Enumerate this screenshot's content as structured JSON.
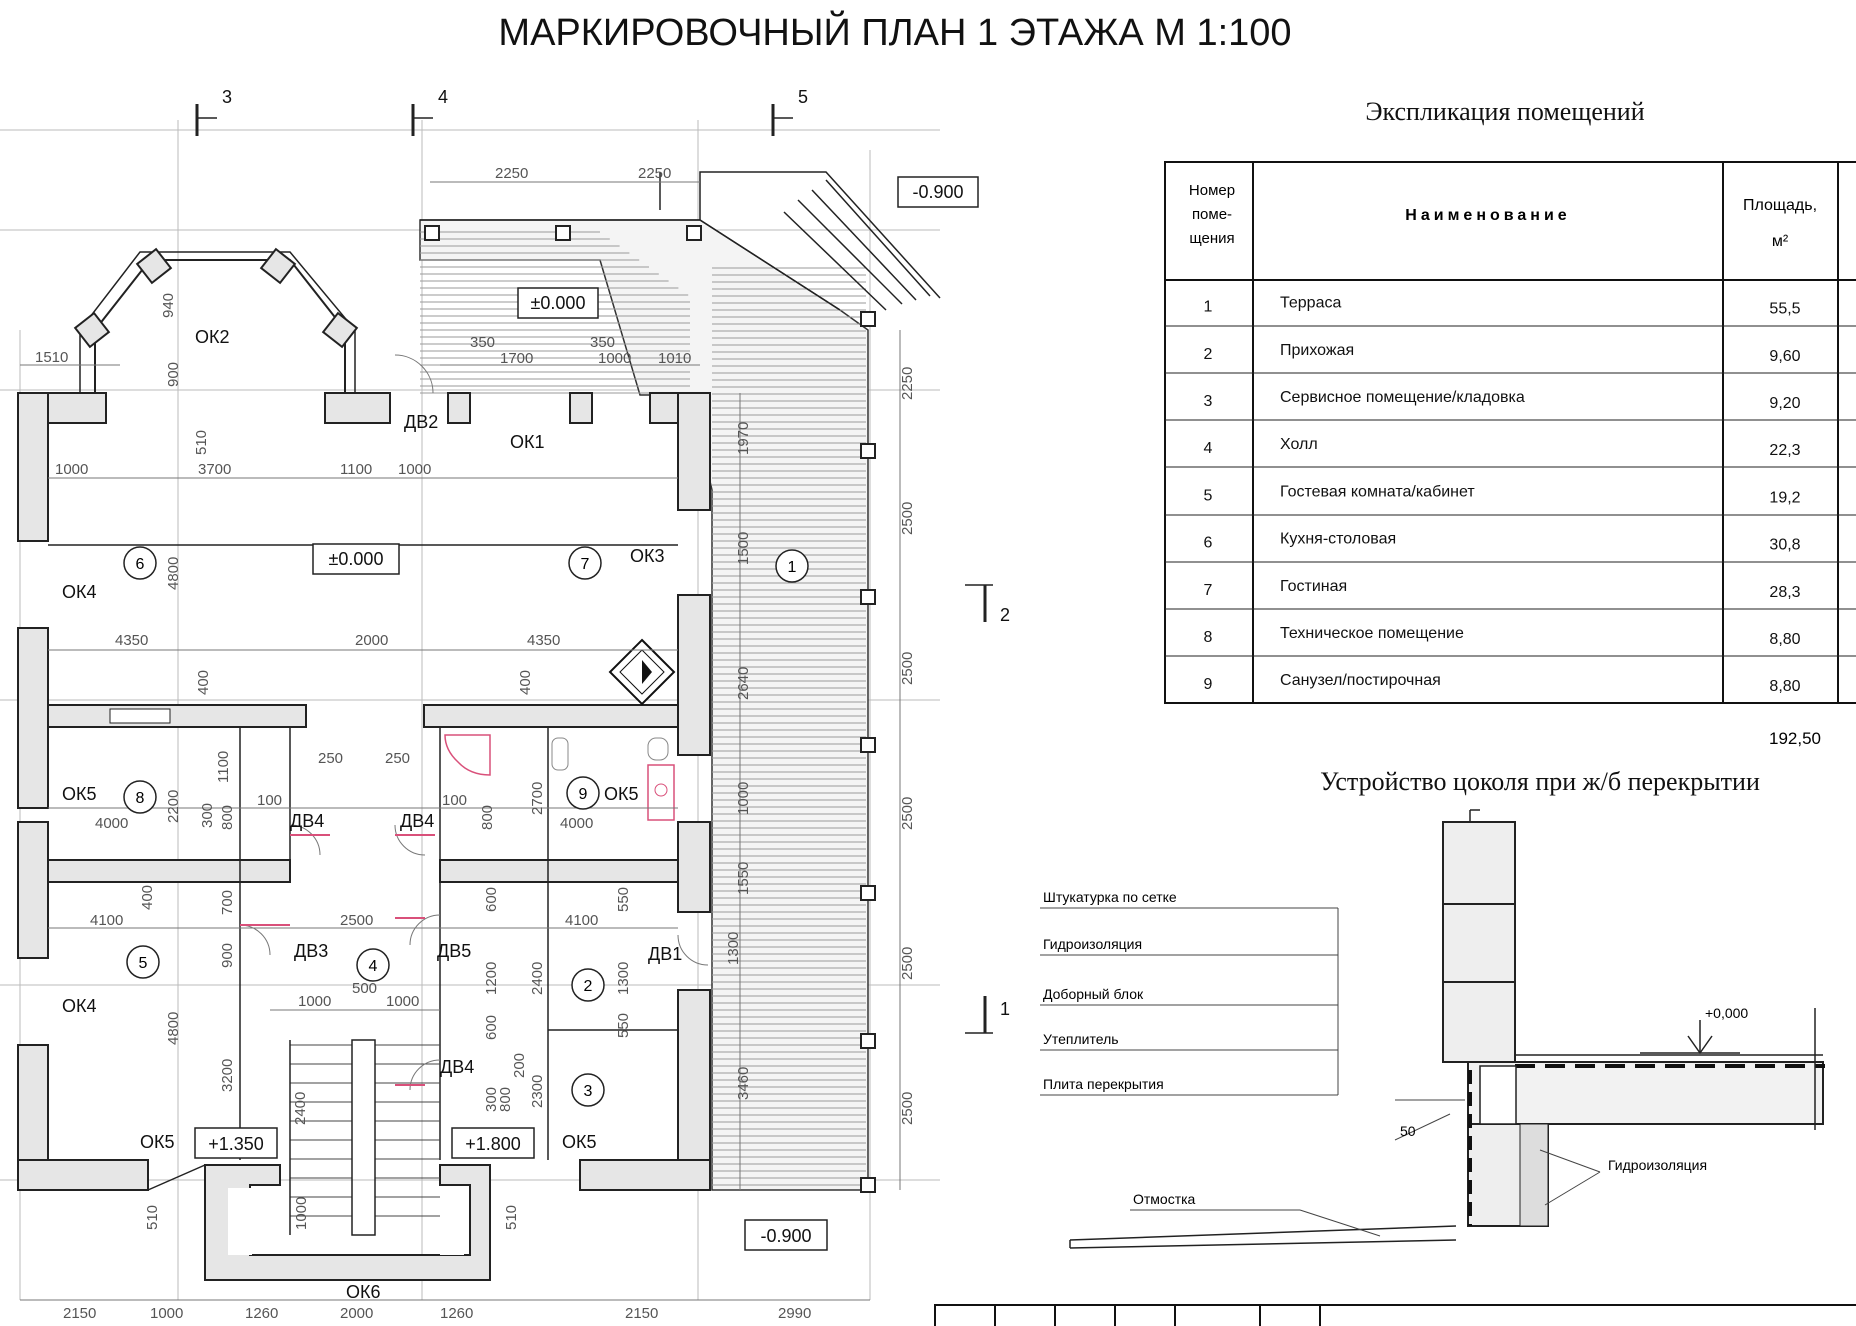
{
  "title": "МАРКИРОВОЧНЫЙ ПЛАН 1 ЭТАЖА   М 1:100",
  "plan": {
    "axes": [
      "3",
      "4",
      "5",
      "2",
      "1"
    ],
    "levels": {
      "terrace": "-0.900",
      "top": "±0.000",
      "main": "±0.000",
      "stair_left": "+1.350",
      "stair_right": "+1.800",
      "bottom": "-0.900"
    },
    "rooms": [
      "1",
      "2",
      "3",
      "4",
      "5",
      "6",
      "7",
      "8",
      "9"
    ],
    "windows": {
      "ok1": "ОК1",
      "ok2": "ОК2",
      "ok3": "ОК3",
      "ok4a": "ОК4",
      "ok4b": "ОК4",
      "ok5a": "ОК5",
      "ok5b": "ОК5",
      "ok5c": "ОК5",
      "ok5d": "ОК5",
      "ok6": "ОК6"
    },
    "doors": {
      "dv1": "ДВ1",
      "dv2": "ДВ2",
      "dv3": "ДВ3",
      "dv4a": "ДВ4",
      "dv4b": "ДВ4",
      "dv4c": "ДВ4",
      "dv5": "ДВ5"
    },
    "dims": {
      "top_a": "2250",
      "top_b": "2250",
      "d1510": "1510",
      "d940": "940",
      "d900": "900",
      "d510": "510",
      "d350a": "350",
      "d1700": "1700",
      "d350b": "350",
      "d1000a": "1000",
      "d1010": "1010",
      "d1000b": "1000",
      "d3700": "3700",
      "d1100": "1100",
      "d1000c": "1000",
      "d4800a": "4800",
      "d4350a": "4350",
      "d2000": "2000",
      "d4350b": "4350",
      "d400a": "400",
      "d400b": "400",
      "d250a": "250",
      "d250b": "250",
      "d1100b": "1100",
      "d2200a": "2200",
      "d2700": "2700",
      "d4000a": "4000",
      "d4000b": "4000",
      "d100a": "100",
      "d100b": "100",
      "d300": "300",
      "d800a": "800",
      "d800b": "800",
      "d4100a": "4100",
      "d2500": "2500",
      "d4100b": "4100",
      "d700": "700",
      "d400c": "400",
      "d600a": "600",
      "d550a": "550",
      "d900b": "900",
      "d1200": "1200",
      "d2400a": "2400",
      "d1300": "1300",
      "d1000d": "1000",
      "d500": "500",
      "d1000e": "1000",
      "d550b": "550",
      "d600b": "600",
      "d4800b": "4800",
      "d3200": "3200",
      "d200": "200",
      "d300b": "300",
      "d800c": "800",
      "d2300": "2300",
      "d2400b": "2400",
      "d1000f": "1000",
      "d510b": "510",
      "d510c": "510",
      "r1970": "1970",
      "r1500": "1500",
      "r2640": "2640",
      "r1000": "1000",
      "r1550": "1550",
      "r1300": "1300",
      "r3460": "3460",
      "f2250": "2250",
      "f2500a": "2500",
      "f2500b": "2500",
      "f2500c": "2500",
      "f2500d": "2500",
      "f2500e": "2500",
      "b2150a": "2150",
      "b1000": "1000",
      "b1260a": "1260",
      "b2000": "2000",
      "b1260b": "1260",
      "b2150b": "2150",
      "b2990": "2990"
    }
  },
  "explication": {
    "title": "Экспликация   помещений",
    "headers": {
      "num": [
        "Номер",
        "поме-",
        "щения"
      ],
      "name": "Наименование",
      "area": [
        "Площадь,",
        "м²"
      ]
    },
    "rows": [
      {
        "num": "1",
        "name": "Терраса",
        "area": "55,5"
      },
      {
        "num": "2",
        "name": "Прихожая",
        "area": "9,60"
      },
      {
        "num": "3",
        "name": "Сервисное помещение/кладовка",
        "area": "9,20"
      },
      {
        "num": "4",
        "name": "Холл",
        "area": "22,3"
      },
      {
        "num": "5",
        "name": "Гостевая комната/кабинет",
        "area": "19,2"
      },
      {
        "num": "6",
        "name": "Кухня-столовая",
        "area": "30,8"
      },
      {
        "num": "7",
        "name": "Гостиная",
        "area": "28,3"
      },
      {
        "num": "8",
        "name": "Техническое помещение",
        "area": "8,80"
      },
      {
        "num": "9",
        "name": "Санузел/постирочная",
        "area": "8,80"
      }
    ],
    "total": "192,50"
  },
  "plinth": {
    "title": "Устройство цоколя при ж/б перекрытии",
    "layers": [
      "Штукатурка по сетке",
      "Гидроизоляция",
      "Доборный блок",
      "Утеплитель",
      "Плита перекрытия"
    ],
    "waterproofing": "Гидроизоляция",
    "blind_area": "Отмостка",
    "level": "+0,000",
    "dim": "50"
  },
  "colors": {
    "line": "#222222",
    "wall_fill": "#e6e6e6",
    "dim_text": "#555555",
    "fixture": "#d9507a"
  }
}
